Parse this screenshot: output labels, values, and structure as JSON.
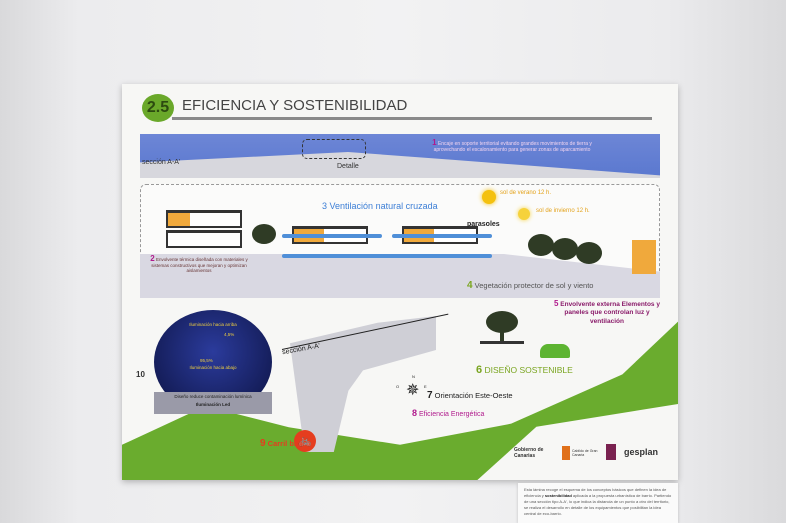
{
  "poster": {
    "badge": "2.5",
    "title": "EFICIENCIA Y SOSTENIBILIDAD",
    "section_label": "sección A-A'",
    "detail_label": "Detalle",
    "items": {
      "n1": "1",
      "t1": "Encaje en soporte territorial evitando grandes movimientos de tierra y aprovechando el escalonamiento para generar zonas de aparcamiento",
      "n2": "2",
      "t2": "Envolvente térmica diseñada con materiales y sistemas constructivos que mejoran y optimizan aislamientos",
      "n3": "3",
      "t3": "Ventilación natural cruzada",
      "n4": "4",
      "t4": "Vegetación protector de sol y viento",
      "n5": "5",
      "t5": "Envolvente externa Elementos y paneles que controlan luz y ventilación",
      "n6": "6",
      "t6": "DISEÑO SOSTENIBLE",
      "n7": "7",
      "t7": "Orientación Este-Oeste",
      "n8": "8",
      "t8": "Eficiencia Energética",
      "n9": "9",
      "t9": "Carril bici",
      "n10": "10"
    },
    "sun_summer": "sol de verano 12 h.",
    "sun_winter": "sol de invierno 12 h.",
    "parasoles": "parasoles",
    "night": {
      "up_label": "Iluminación hacia arriba",
      "up_value": "4,5%",
      "down_value": "95,5%",
      "down_label": "Iluminación hacia abajo",
      "footer": "Diseño reduce contaminación lumínica",
      "footer2": "Iluminación Led"
    },
    "map_section": "sección A-A'",
    "compass": {
      "n": "N",
      "e": "E",
      "o": "O"
    },
    "logos": {
      "gob": "Gobierno de Canarias",
      "cabildo": "Cabildo de Gran Canaria",
      "gesplan": "gesplan"
    }
  },
  "caption": {
    "pre": "Esta lámina recoge el esquema de los conceptos básicos que definen la idea de eficiencia y ",
    "bold": "sostenibilidad",
    "post": " aplicada a la propuesta urbanística de barrio. Partiendo de una sección tipo A-A', lo que indica la distancia de un punto a otro del territorio, se realiza el desarrollo en detalle de los equipamientos que posibilitan la idea central de eco-barrio."
  },
  "colors": {
    "green": "#6aac2e",
    "magenta": "#b01a8c",
    "blue": "#3d7fd6",
    "orange": "#f0a93c"
  }
}
